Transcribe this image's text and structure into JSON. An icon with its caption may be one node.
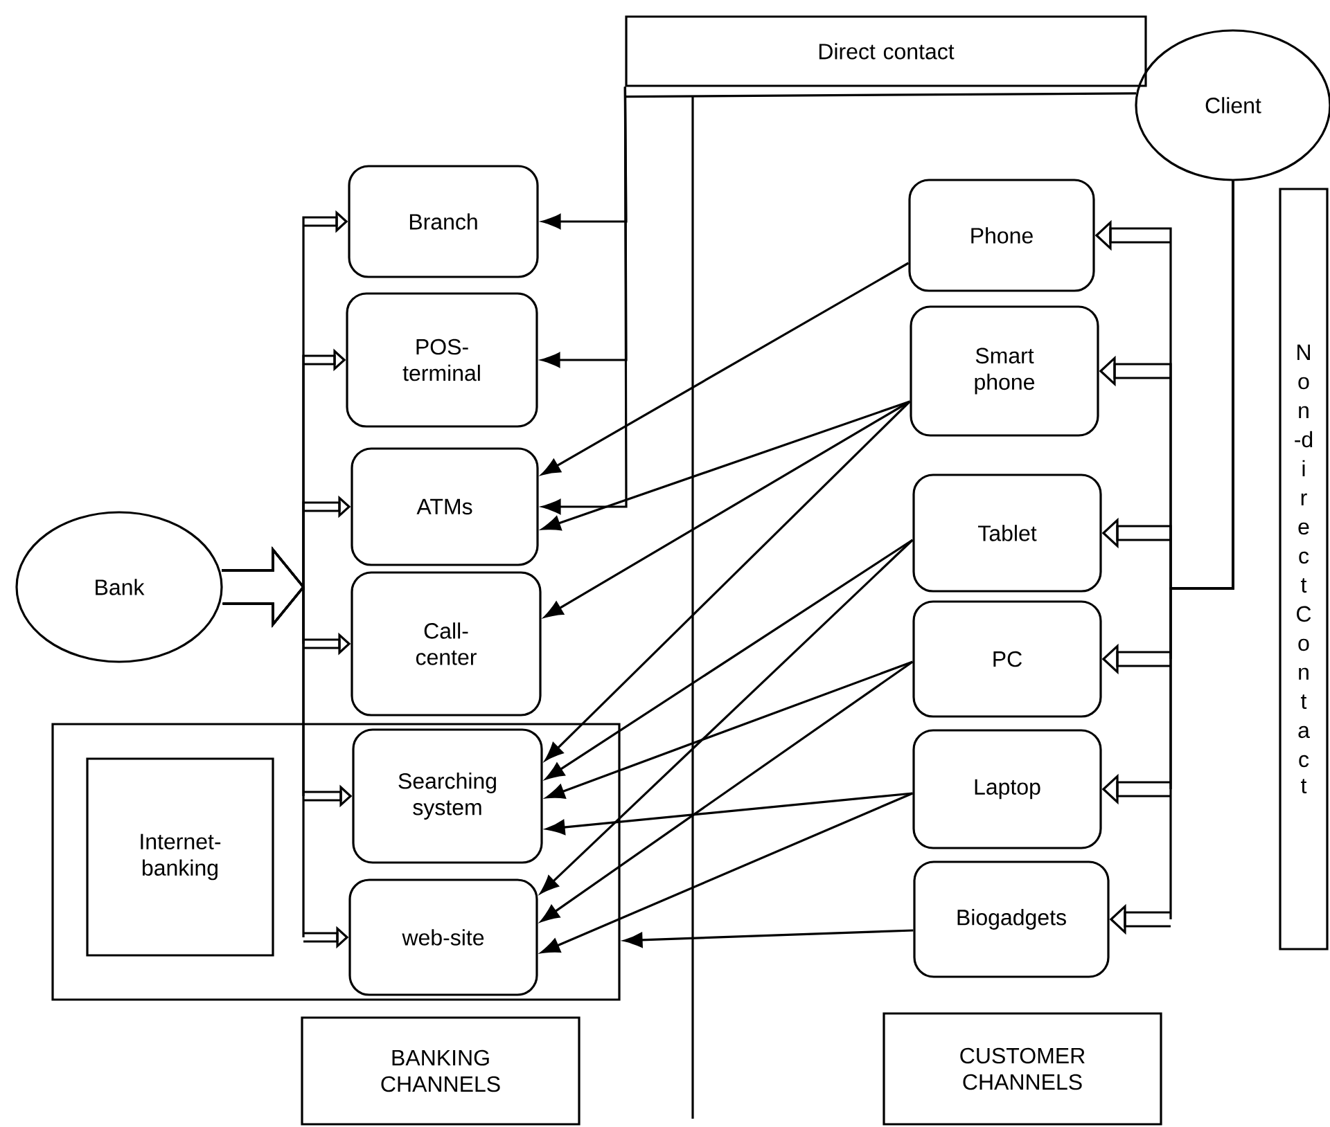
{
  "diagram": {
    "nodes": [
      {
        "text": [
          "Direct contact"
        ]
      },
      {
        "text": [
          "Client"
        ]
      },
      {
        "text": [
          "Non-direct Contact"
        ]
      },
      {
        "text": [
          "Branch"
        ]
      },
      {
        "text": [
          "POS-terminal"
        ]
      },
      {
        "text": [
          "ATMs"
        ]
      },
      {
        "text": [
          "Call-center"
        ]
      },
      {
        "text": [],
        "shape": "box"
      },
      {
        "text": [
          "Internet-banking"
        ],
        "in": 7
      },
      {
        "text": [
          "Searching system"
        ],
        "in": 7
      },
      {
        "text": [
          "web-site"
        ],
        "in": 7
      },
      {
        "text": [
          "Bank"
        ]
      },
      {
        "text": [
          "Phone"
        ]
      },
      {
        "text": [
          "Smart phone"
        ]
      },
      {
        "text": [
          "Tablet"
        ]
      },
      {
        "text": [
          "PC"
        ]
      },
      {
        "text": [
          "Laptop"
        ]
      },
      {
        "text": [
          "Biogadgets"
        ]
      },
      {
        "text": [
          "BANKING CHANNELS"
        ]
      },
      {
        "text": [
          "CUSTOMER CHANNELS"
        ]
      }
    ],
    "edges": [
      {
        "from": 1,
        "to": 0,
        "arrow": "none"
      },
      {
        "from": 0,
        "to": 3,
        "arrow": "to"
      },
      {
        "from": 0,
        "to": 4,
        "arrow": "to"
      },
      {
        "from": 0,
        "to": 5,
        "arrow": "to"
      },
      {
        "from": 11,
        "to": 3,
        "arrow": "to"
      },
      {
        "from": 11,
        "to": 4,
        "arrow": "to"
      },
      {
        "from": 11,
        "to": 5,
        "arrow": "to"
      },
      {
        "from": 11,
        "to": 6,
        "arrow": "to"
      },
      {
        "from": 11,
        "to": 9,
        "arrow": "to"
      },
      {
        "from": 11,
        "to": 10,
        "arrow": "to"
      },
      {
        "from": 1,
        "to": 12,
        "arrow": "to"
      },
      {
        "from": 1,
        "to": 13,
        "arrow": "to"
      },
      {
        "from": 1,
        "to": 14,
        "arrow": "to"
      },
      {
        "from": 1,
        "to": 15,
        "arrow": "to"
      },
      {
        "from": 1,
        "to": 16,
        "arrow": "to"
      },
      {
        "from": 1,
        "to": 17,
        "arrow": "to"
      },
      {
        "from": 12,
        "to": 5,
        "arrow": "to"
      },
      {
        "from": 13,
        "to": 5,
        "arrow": "to"
      },
      {
        "from": 13,
        "to": 6,
        "arrow": "to"
      },
      {
        "from": 13,
        "to": 9,
        "arrow": "to"
      },
      {
        "from": 14,
        "to": 9,
        "arrow": "to"
      },
      {
        "from": 14,
        "to": 10,
        "arrow": "to"
      },
      {
        "from": 15,
        "to": 9,
        "arrow": "to"
      },
      {
        "from": 15,
        "to": 10,
        "arrow": "to"
      },
      {
        "from": 16,
        "to": 9,
        "arrow": "to"
      },
      {
        "from": 16,
        "to": 10,
        "arrow": "to"
      },
      {
        "from": 17,
        "to": 7,
        "arrow": "to"
      }
    ]
  }
}
